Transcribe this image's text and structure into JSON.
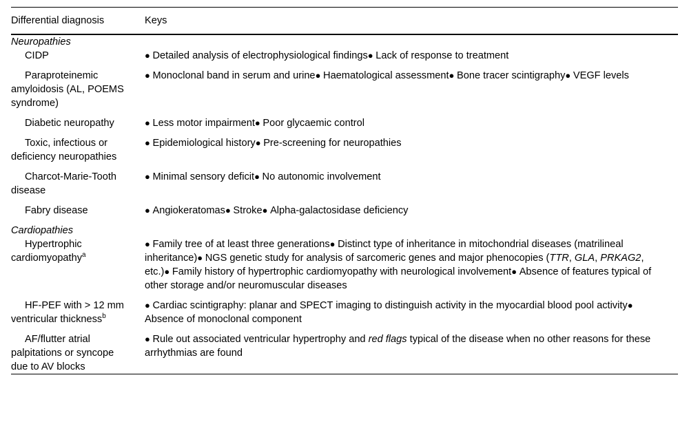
{
  "table": {
    "headers": {
      "diagnosis": "Differential diagnosis",
      "keys": "Keys"
    },
    "bullet_glyph": "●",
    "sections": [
      {
        "title": "Neuropathies",
        "rows": [
          {
            "diagnosis": "CIDP",
            "keys": [
              "Detailed analysis of electrophysiological findings",
              "Lack of response to treatment"
            ]
          },
          {
            "diagnosis": "Paraproteinemic amyloidosis (AL, POEMS syndrome)",
            "keys": [
              "Monoclonal band in serum and urine",
              "Haematological assessment",
              "Bone tracer scintigraphy",
              "VEGF levels"
            ]
          },
          {
            "diagnosis": "Diabetic neuropathy",
            "keys": [
              "Less motor impairment",
              "Poor glycaemic control"
            ]
          },
          {
            "diagnosis": "Toxic, infectious or deficiency neuropathies",
            "keys": [
              "Epidemiological history",
              "Pre-screening for neuropathies"
            ]
          },
          {
            "diagnosis": "Charcot-Marie-Tooth disease",
            "keys": [
              "Minimal sensory deficit",
              "No autonomic involvement"
            ]
          },
          {
            "diagnosis": "Fabry disease",
            "keys": [
              "Angiokeratomas",
              "Stroke",
              "Alpha-galactosidase deficiency"
            ]
          }
        ]
      },
      {
        "title": "Cardiopathies",
        "rows": [
          {
            "diagnosis": "Hypertrophic cardiomyopathy",
            "diagnosis_superscript": "a",
            "keys": [
              "Family tree of at least three generations",
              "Distinct type of inheritance in mitochondrial diseases (matrilineal inheritance)",
              "NGS genetic study for analysis of sarcomeric genes and major phenocopies (TTR, GLA, PRKAG2, etc.)",
              "Family history of hypertrophic cardiomyopathy with neurological involvement",
              "Absence of features typical of other storage and/or neuromuscular diseases"
            ],
            "keys_italic_terms": [
              "TTR",
              "GLA",
              "PRKAG2"
            ]
          },
          {
            "diagnosis": "HF-PEF with > 12 mm ventricular thickness",
            "diagnosis_superscript": "b",
            "keys": [
              "Cardiac scintigraphy: planar and SPECT imaging to distinguish activity in the myocardial blood pool activity",
              "Absence of monoclonal component"
            ]
          },
          {
            "diagnosis": "AF/flutter atrial palpitations or syncope due to AV blocks",
            "keys": [
              "Rule out associated ventricular hypertrophy and red flags typical of the disease when no other reasons for these arrhythmias are found"
            ],
            "keys_italic_terms": [
              "red flags"
            ]
          }
        ]
      }
    ]
  }
}
